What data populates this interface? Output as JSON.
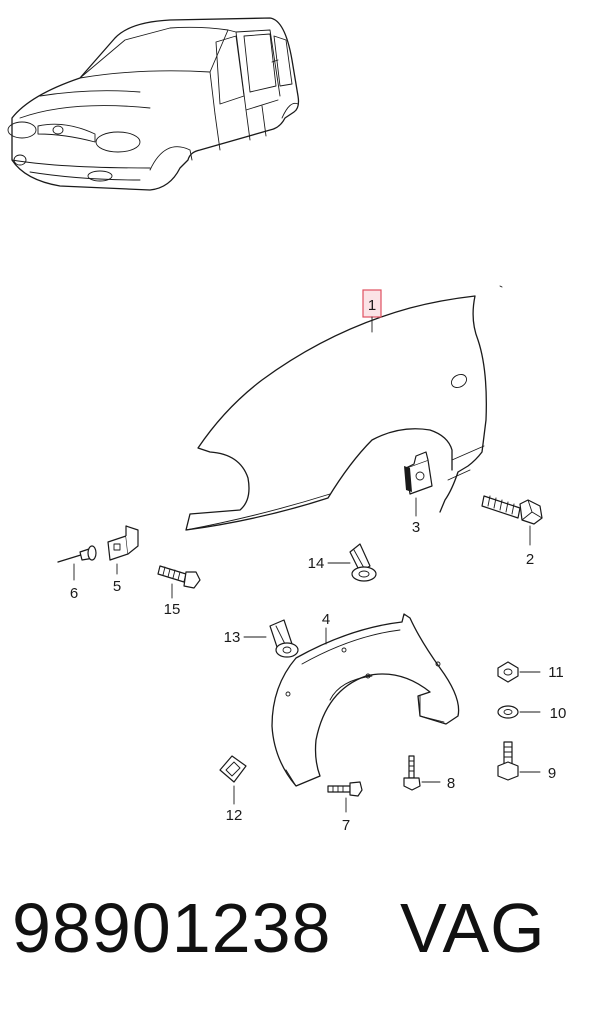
{
  "callouts": {
    "c1": "1",
    "c2": "2",
    "c3": "3",
    "c4": "4",
    "c5": "5",
    "c6": "6",
    "c7": "7",
    "c8": "8",
    "c9": "9",
    "c10": "10",
    "c11": "11",
    "c12": "12",
    "c13": "13",
    "c14": "14",
    "c15": "15"
  },
  "highlight_color": "#e05060",
  "footer": {
    "part_number": "98901238",
    "brand": "VAG"
  }
}
